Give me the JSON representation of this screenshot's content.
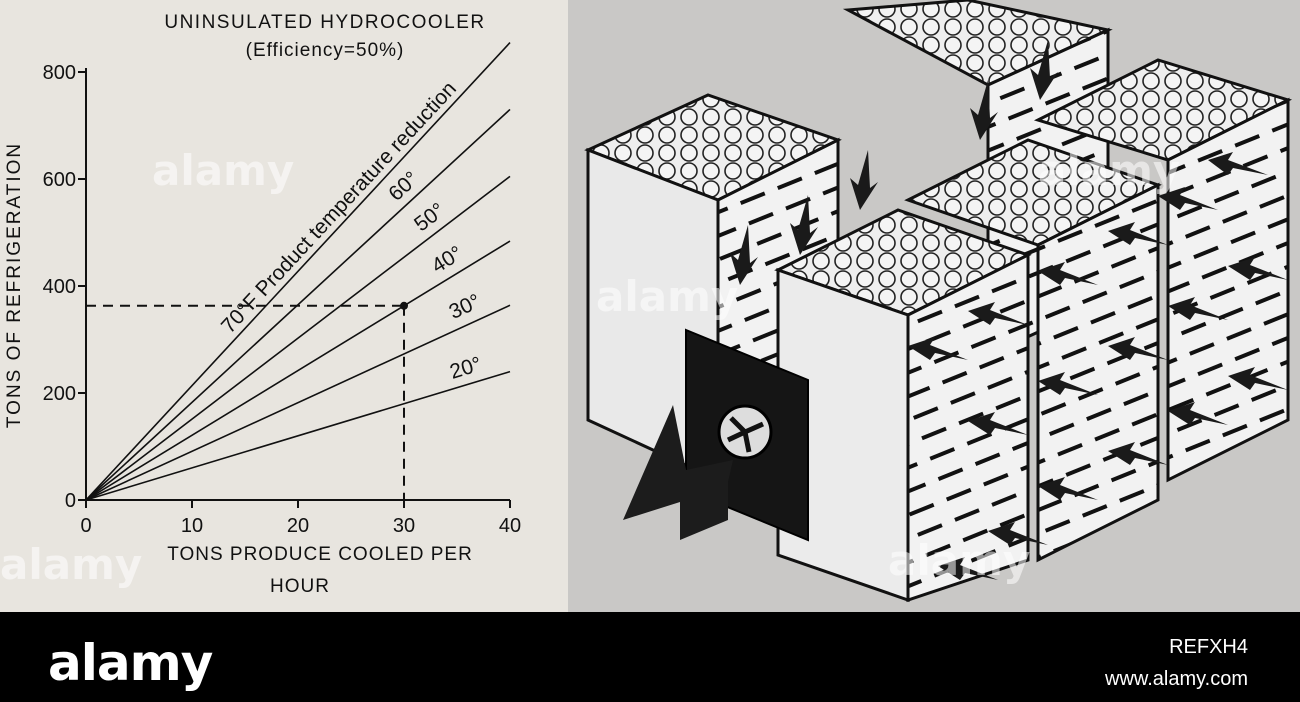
{
  "chart_data": {
    "type": "line",
    "title": "UNINSULATED HYDROCOOLER",
    "subtitle": "(Efficiency=50%)",
    "xlabel": "TONS PRODUCE COOLED PER HOUR",
    "ylabel": "TONS OF REFRIGERATION",
    "xlim": [
      0,
      40
    ],
    "ylim": [
      0,
      800
    ],
    "x_ticks": [
      "0",
      "10",
      "20",
      "30",
      "40"
    ],
    "y_ticks": [
      "0",
      "200",
      "400",
      "600",
      "800"
    ],
    "grid": false,
    "series": [
      {
        "name": "70°F Product temperature reduction",
        "x": [
          0,
          40
        ],
        "y": [
          0,
          855
        ]
      },
      {
        "name": "60°",
        "x": [
          0,
          40
        ],
        "y": [
          0,
          730
        ]
      },
      {
        "name": "50°",
        "x": [
          0,
          40
        ],
        "y": [
          0,
          605
        ]
      },
      {
        "name": "40°",
        "x": [
          0,
          40
        ],
        "y": [
          0,
          484
        ]
      },
      {
        "name": "30°",
        "x": [
          0,
          40
        ],
        "y": [
          0,
          364
        ]
      },
      {
        "name": "20°",
        "x": [
          0,
          40
        ],
        "y": [
          0,
          240
        ]
      }
    ],
    "reference_point": {
      "x": 30,
      "y": 363
    }
  },
  "footer": {
    "brand": "alamy",
    "stock_id": "REFXH4",
    "url": "www.alamy.com"
  },
  "watermark": "alamy"
}
